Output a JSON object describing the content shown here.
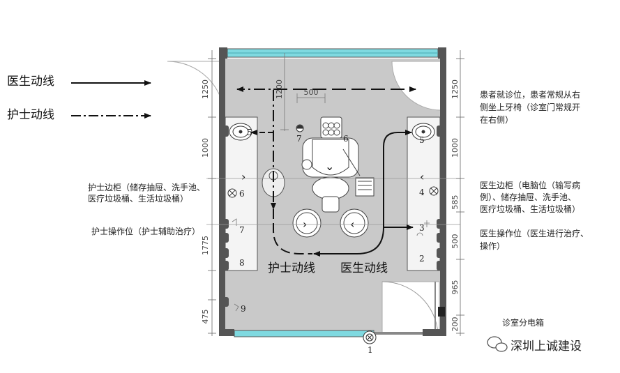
{
  "legend": {
    "doctor_label": "医生动线",
    "nurse_label": "护士动线"
  },
  "notes": {
    "patient_line1": "患者就诊位，患者常规从右",
    "patient_line2": "侧坐上牙椅（诊室门常规开",
    "patient_line3": "在右侧）",
    "nurse_cabinet_line1": "护士边柜（储存抽屉、洗手池、",
    "nurse_cabinet_line2": "医疗垃圾桶、生活垃圾桶）",
    "nurse_operation": "护士操作位（护士辅助治疗）",
    "doctor_cabinet_line1": "医生边柜（电脑位（输写病",
    "doctor_cabinet_line2": "例）、储存抽屉、洗手池、",
    "doctor_cabinet_line3": "医疗垃圾桶、生活垃圾桶）",
    "doctor_operation_line1": "医生操作位（医生进行治疗、",
    "doctor_operation_line2": "操作）",
    "distribution_box": "诊室分电箱"
  },
  "plan": {
    "nurse_flow": "护士动线",
    "doctor_flow": "医生动线",
    "num_1": "1",
    "num_2": "2",
    "num_3": "3",
    "num_4": "4",
    "num_5_left": "5",
    "num_5_right": "5",
    "num_6_left": "6",
    "num_6_chair": "6",
    "num_7_left": "7",
    "num_7_top": "7",
    "num_8": "8",
    "num_9": "9"
  },
  "dimensions": {
    "left": [
      "1250",
      "1000",
      "1775",
      "475"
    ],
    "right": [
      "1250",
      "1000",
      "585",
      "500",
      "965",
      "200"
    ],
    "top_vertical": "1200",
    "top_horizontal": "500"
  },
  "watermark": "深圳上诚建设",
  "colors": {
    "floor": "#c9c9c9",
    "wall": "#555555",
    "glass": "#7fd9e0",
    "cabinet": "#f4f4f4"
  }
}
